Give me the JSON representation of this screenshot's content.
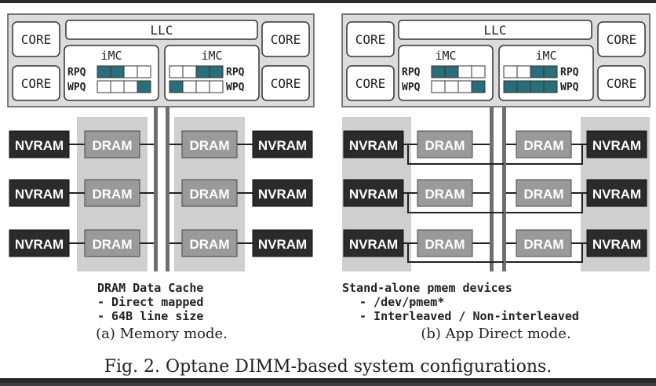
{
  "llc_label": "LLC",
  "core_label": "CORE",
  "imc_label": "iMC",
  "rpq_label": "RPQ",
  "wpq_label": "WPQ",
  "nvram_label": "NVRAM",
  "dram_label": "DRAM",
  "colors": {
    "panel_bg": "#dcdcdc",
    "queue_fill": "#2a6e7a",
    "nvram_fill": "#2b2b2b",
    "dram_fill": "#9a9a9a",
    "shading": "#cfcfcf"
  },
  "panel_a": {
    "desc_line1": "DRAM Data Cache",
    "desc_line2": "- Direct mapped",
    "desc_line3": "- 64B line size",
    "caption": "(a) Memory mode."
  },
  "panel_b": {
    "desc_line1": "Stand-alone pmem devices",
    "desc_line2": "- /dev/pmem*",
    "desc_line3": "- Interleaved / Non-interleaved",
    "caption": "(b) App Direct mode."
  },
  "figure_caption": "Fig. 2.  Optane DIMM-based system configurations."
}
